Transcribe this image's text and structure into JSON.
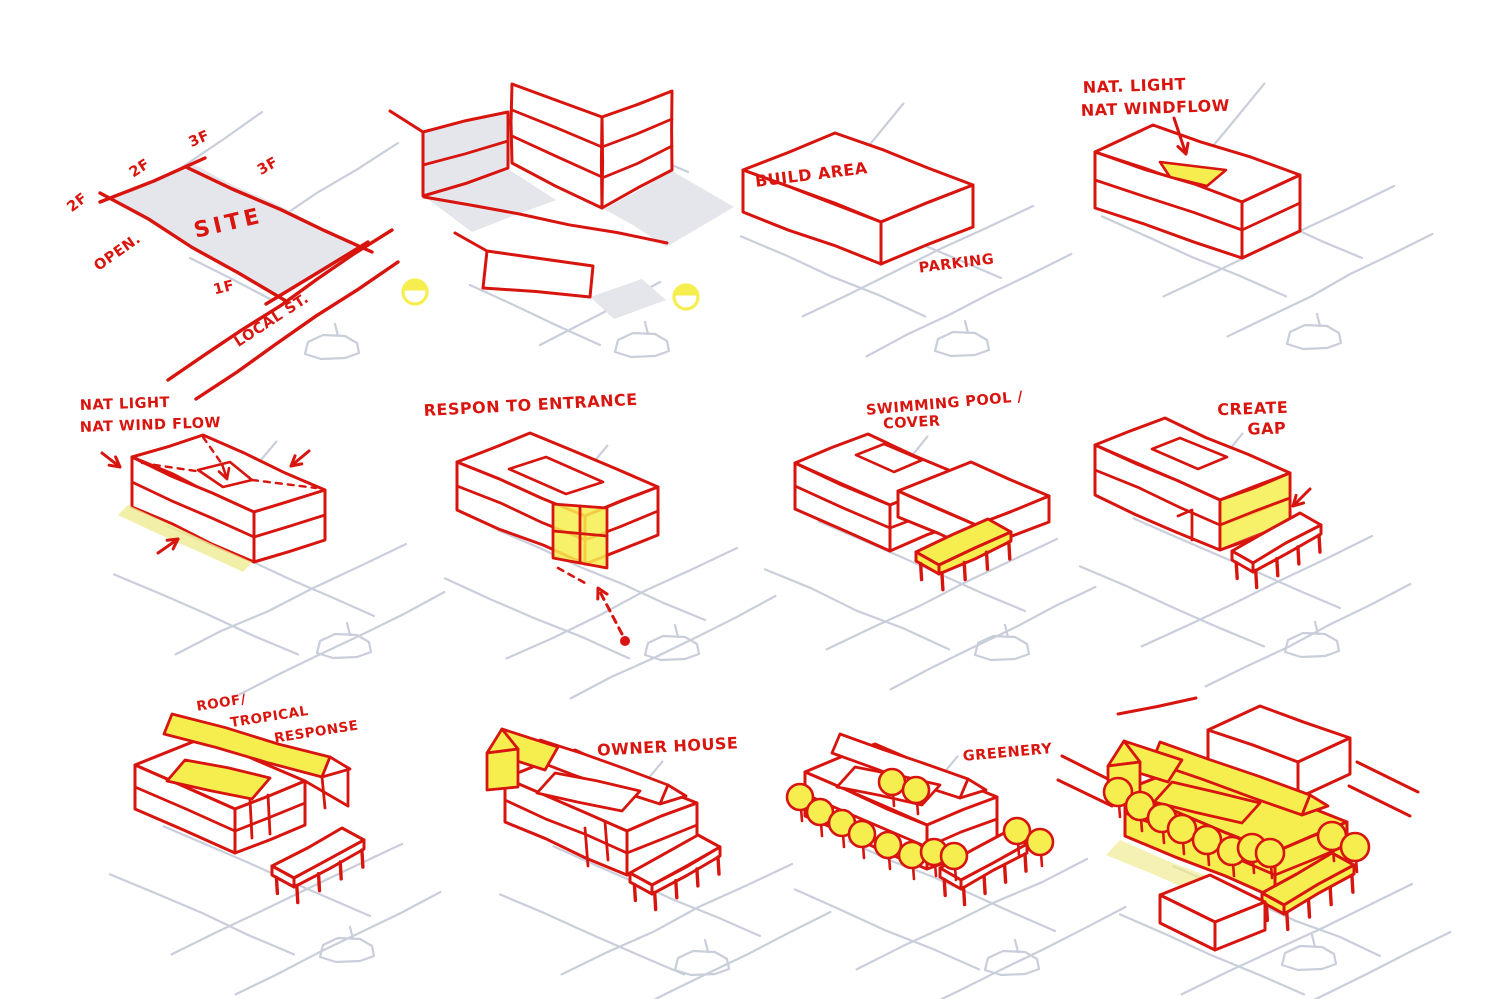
{
  "figure": "architect-concept-sketch-sequence",
  "colors": {
    "sketch_red": "#d8140e",
    "street_gray": "#c9cedb",
    "shadow_gray": "#e4e6ec",
    "highlight_yellow": "#f6ee4f",
    "soft_yellow": "#efeb92"
  },
  "icons": [
    "sun-icon",
    "car-icon",
    "tree-icon"
  ],
  "panels": {
    "p1_site": {
      "site": "SITE",
      "f_left": "2F",
      "f_topleft": "2F",
      "f_top": "3F",
      "f_right": "3F",
      "open": "OPEN.",
      "f_front": "1F",
      "street": "LOCAL ST."
    },
    "p3_build_area": {
      "area": "BUILD AREA",
      "parking": "PARKING"
    },
    "p4_nat_light": {
      "line1": "NAT. LIGHT",
      "line2": "NAT WINDFLOW"
    },
    "p5_nat_light": {
      "line1": "NAT LIGHT",
      "line2": "NAT WIND FLOW"
    },
    "p6_entrance": {
      "label": "RESPON TO ENTRANCE"
    },
    "p7_pool": {
      "line1": "SWIMMING POOL /",
      "line2": "COVER"
    },
    "p8_gap": {
      "line1": "CREATE",
      "line2": "GAP"
    },
    "p9_roof": {
      "line1": "ROOF/",
      "line2": "TROPICAL",
      "line3": "RESPONSE"
    },
    "p10_owner": {
      "label": "OWNER HOUSE"
    },
    "p11_greenery": {
      "label": "GREENERY"
    }
  }
}
